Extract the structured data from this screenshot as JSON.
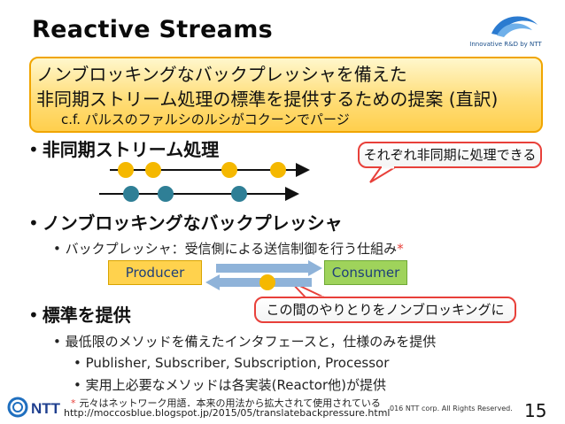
{
  "slide": {
    "title": "Reactive Streams",
    "logo_text": "Innovative R&D by NTT",
    "callout": {
      "line1": "ノンブロッキングなバックプレッシャを備えた",
      "line2": "非同期ストリーム処理の標準を提供するための提案 (直訳)",
      "line3": "c.f. パルスのファルシのルシがコクーンでパージ"
    },
    "bullets": [
      {
        "dot": "•",
        "text": "非同期ストリーム処理"
      },
      {
        "dot": "•",
        "text": "ノンブロッキングなバックプレッシャ"
      },
      {
        "dot": "•",
        "text": "標準を提供"
      }
    ],
    "sub_bullets": {
      "backpressure": "バックプレッシャ：受信側による送信制御を行う仕組み",
      "asterisk": "*",
      "minimal": "最低限のメソッドを備えたインタフェースと，仕様のみを提供",
      "interfaces": "Publisher, Subscriber, Subscription, Processor",
      "reactor": "実用上必要なメソッドは各実装(Reactor他)が提供"
    },
    "bubble_async": "それぞれ非同期に処理できる",
    "bubble_nonblocking": "この間のやりとりをノンブロッキングに",
    "producer_label": "Producer",
    "consumer_label": "Consumer",
    "footnote": {
      "star": "*",
      "line1": "元々はネットワーク用語．本来の用法から拡大されて使用されている",
      "line2": "http://moccosblue.blogspot.jp/2015/05/translatebackpressure.html"
    },
    "copyright": "016 NTT corp. All Rights Reserved.",
    "page_number": "15",
    "ntt_logo_text": "NTT",
    "colors": {
      "callout_border": "#f0a500",
      "callout_fill": "#ffde7a",
      "bubble_border": "#e8403a",
      "producer": "#ffd24d",
      "consumer": "#9fd35b",
      "yellow_dot": "#f5b800",
      "teal_dot": "#2f7f96",
      "arrow_blue": "#8fb3d9"
    }
  }
}
